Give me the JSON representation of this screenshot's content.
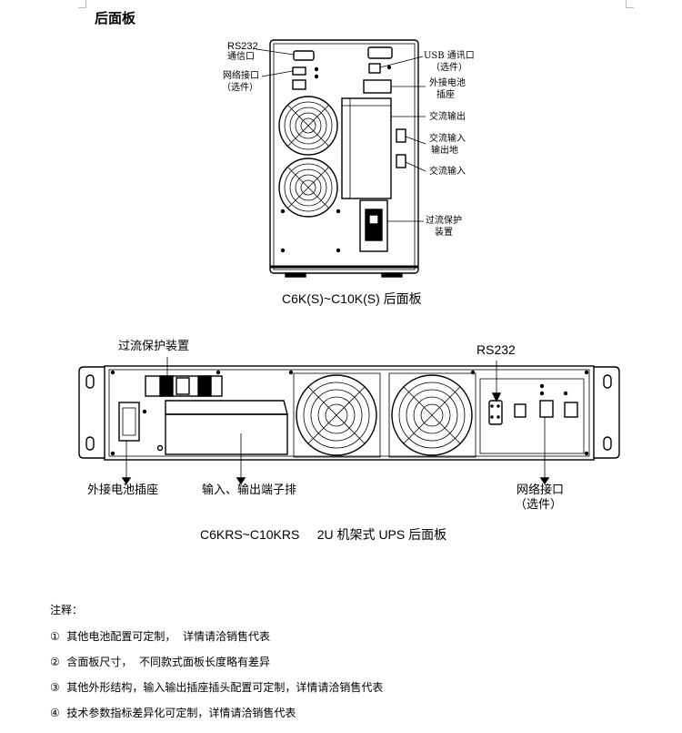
{
  "heading": "后面板",
  "figure1": {
    "labels": {
      "rs232": "RS232",
      "rs232_sub": "通信口",
      "network": "网络接口",
      "network_sub": "（选件）",
      "usb": "USB 通讯口",
      "usb_sub": "（选件）",
      "battery": "外接电池",
      "battery_sub": "插座",
      "ac_out": "交流输出",
      "ac_in_out": "交流输入",
      "ac_in_out_sub": "输出地",
      "ac_in": "交流输入",
      "overcurrent": "过流保护",
      "overcurrent_sub": "装置"
    },
    "caption": "C6K(S)~C10K(S)  后面板"
  },
  "figure2": {
    "labels": {
      "overcurrent": "过流保护装置",
      "rs232": "RS232",
      "battery": "外接电池插座",
      "terminal": "输入、输出端子排",
      "network": "网络接口",
      "network_sub": "（选件）"
    },
    "caption": "C6KRS~C10KRS     2U 机架式 UPS 后面板"
  },
  "notes": {
    "title": "注释：",
    "items": [
      "①  其他电池配置可定制，  详情请洽销售代表",
      "②  含面板尺寸，  不同款式面板长度略有差异",
      "③  其他外形结构，输入输出插座插头配置可定制，详情请洽销售代表",
      "④  技术参数指标差异化可定制，详情请洽销售代表"
    ]
  }
}
